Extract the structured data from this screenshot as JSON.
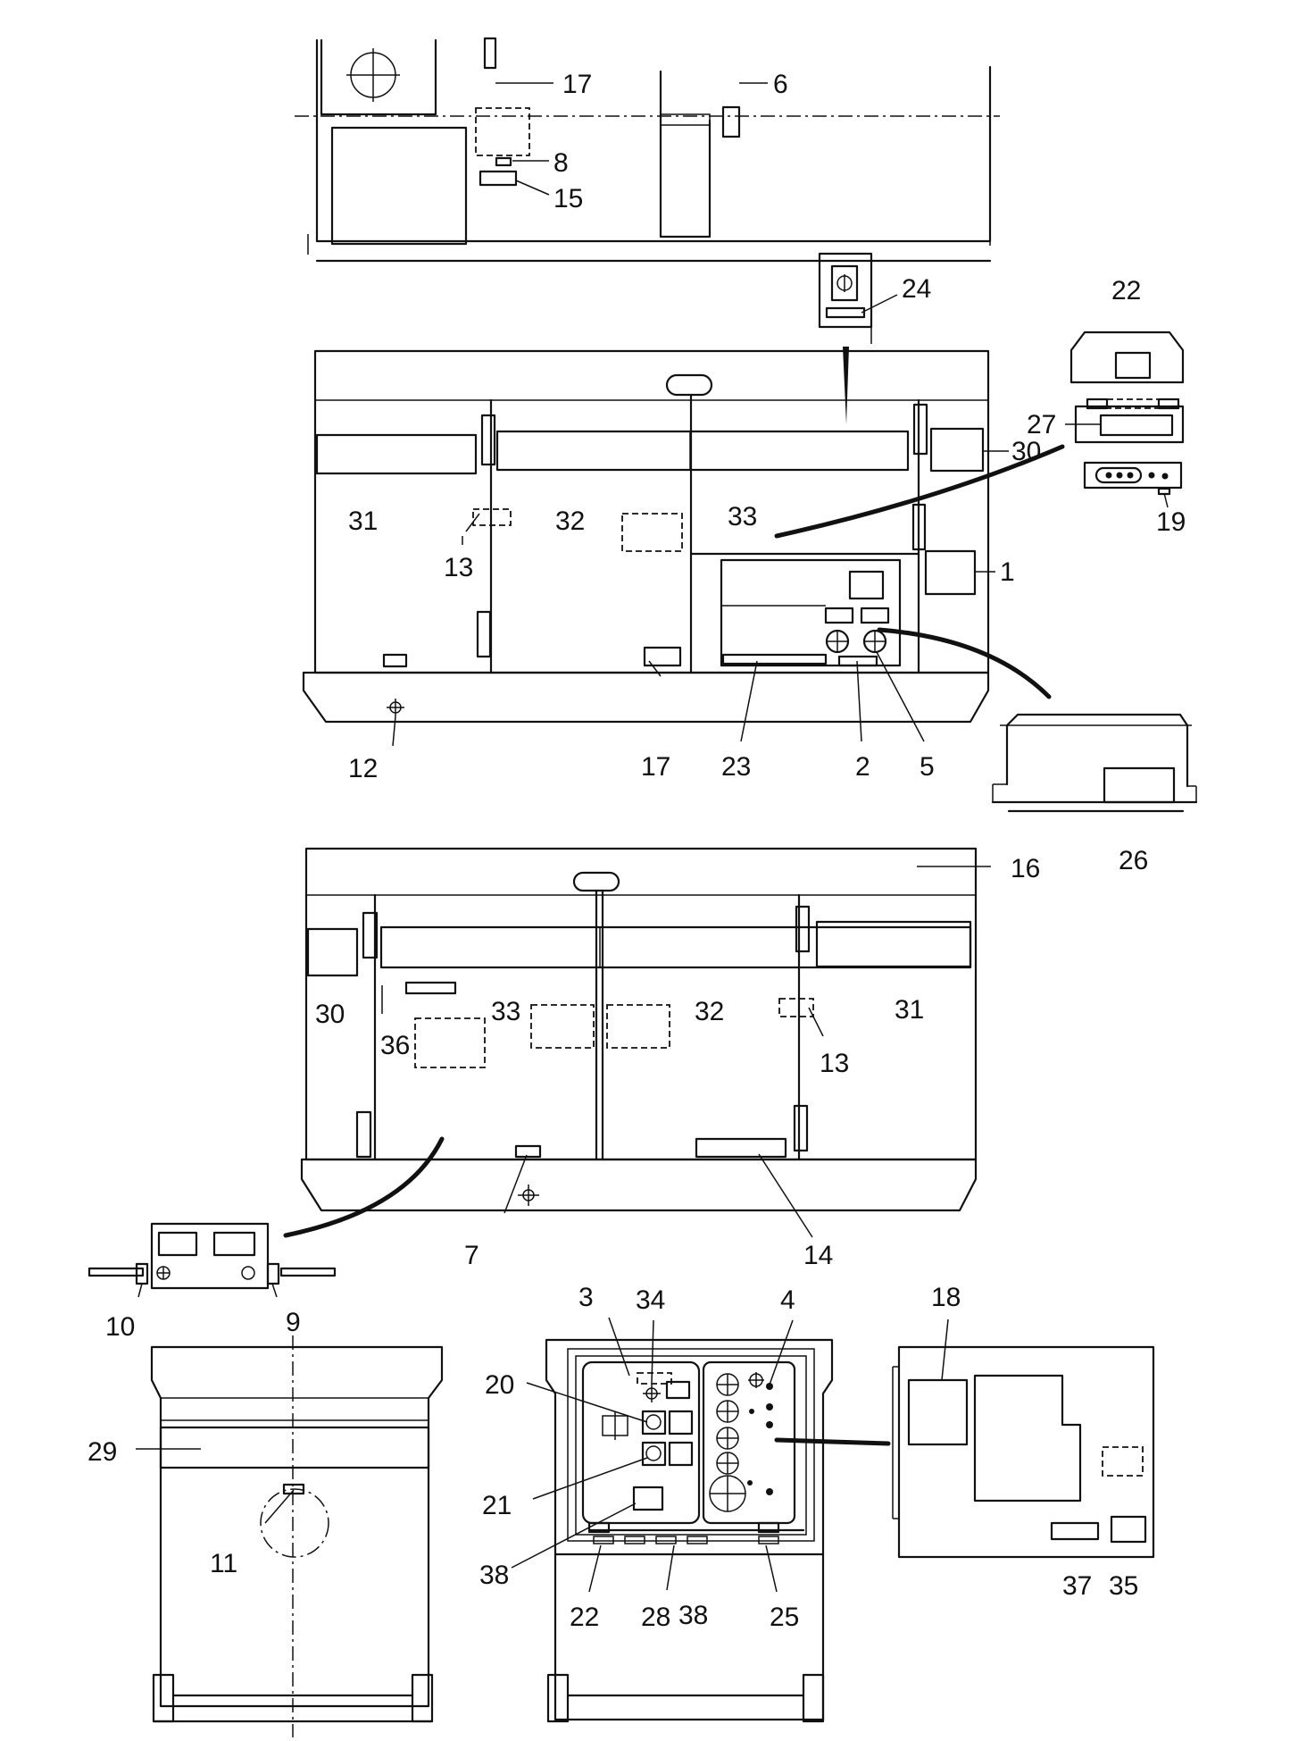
{
  "callouts": [
    "17",
    "6",
    "8",
    "15",
    "24",
    "22",
    "27",
    "30",
    "19",
    "31",
    "32",
    "33",
    "13",
    "1",
    "12",
    "17",
    "23",
    "2",
    "5",
    "26",
    "16",
    "30",
    "33",
    "32",
    "31",
    "36",
    "13",
    "7",
    "14",
    "10",
    "9",
    "3",
    "34",
    "4",
    "18",
    "20",
    "29",
    "21",
    "11",
    "38",
    "22",
    "28",
    "38",
    "25",
    "37",
    "35"
  ]
}
